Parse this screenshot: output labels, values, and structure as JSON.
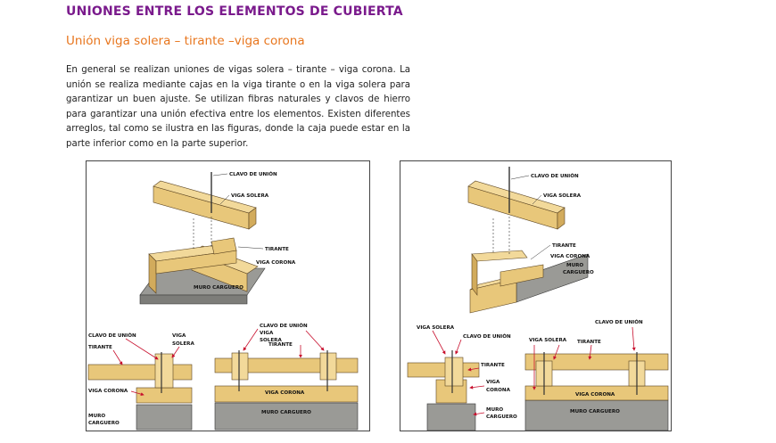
{
  "page": {
    "title": "UNIONES ENTRE LOS ELEMENTOS DE CUBIERTA",
    "subtitle": "Unión viga solera – tirante –viga corona",
    "paragraph": "En general se realizan uniones de vigas solera – tirante – viga corona. La unión se realiza mediante cajas en la viga tirante o en la viga solera para garantizar un buen ajuste. Se utilizan fibras naturales y clavos de hierro para garantizar una unión efectiva entre los elementos. Existen diferentes arreglos, tal como se ilustra en las figuras, donde la caja puede estar en la parte inferior como en la parte superior."
  },
  "figure1": {
    "iso": {
      "clavo": "CLAVO DE UNIÓN",
      "solera": "VIGA SOLERA",
      "tirante": "TIRANTE",
      "corona": "VIGA CORONA",
      "muro": "MURO CARGUERO"
    },
    "left": {
      "clavo": "CLAVO DE UNIÓN",
      "tirante": "TIRANTE",
      "viga": "VIGA",
      "solera": "SOLERA",
      "corona": "VIGA CORONA",
      "muro1": "MURO",
      "muro2": "CARGUERO"
    },
    "right": {
      "clavo": "CLAVO DE UNIÓN",
      "solera1": "VIGA",
      "solera2": "SOLERA",
      "tirante": "TIRANTE",
      "corona": "VIGA CORONA",
      "muro": "MURO CARGUERO"
    }
  },
  "figure2": {
    "iso": {
      "clavo": "CLAVO DE UNIÓN",
      "solera": "VIGA SOLERA",
      "tirante": "TIRANTE",
      "corona": "VIGA CORONA",
      "muro1": "MURO",
      "muro2": "CARGUERO"
    },
    "left": {
      "solera": "VIGA SOLERA",
      "clavo": "CLAVO DE UNIÓN",
      "tirante": "TIRANTE",
      "viga": "VIGA",
      "corona": "CORONA",
      "muro1": "MURO",
      "muro2": "CARGUERO"
    },
    "right": {
      "clavo": "CLAVO DE UNIÓN",
      "solera": "VIGA SOLERA",
      "tirante": "TIRANTE",
      "corona": "VIGA CORONA",
      "muro": "MURO CARGUERO"
    }
  },
  "colors": {
    "wood": "#e8c77a",
    "wood_dark": "#b98a3a",
    "wall": "#9a9a96",
    "arrow": "#c8102e",
    "title": "#7a1a8c",
    "subtitle": "#e8761e"
  }
}
